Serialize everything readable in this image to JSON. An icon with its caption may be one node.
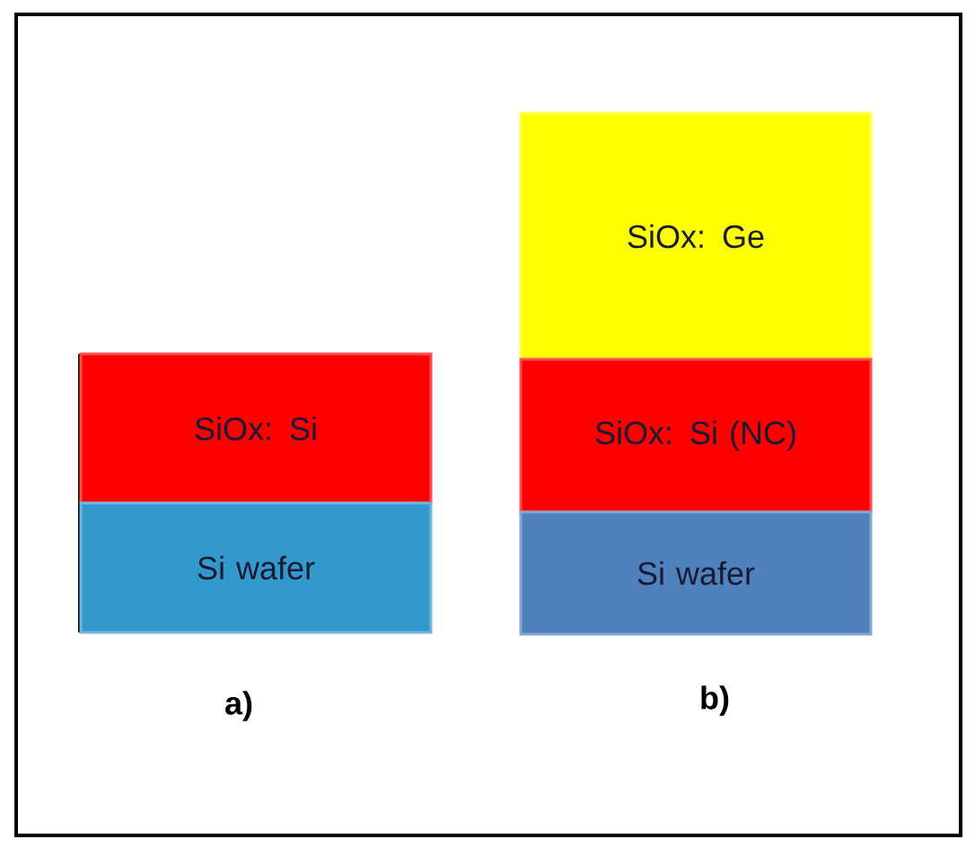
{
  "diagram": {
    "nodes": [
      {
        "text": [
          "SiOx: Si"
        ]
      },
      {
        "text": [
          "Si wafer"
        ]
      },
      {
        "text": [
          "SiOx: Ge"
        ]
      },
      {
        "text": [
          "SiOx: Si (NC)"
        ]
      },
      {
        "text": [
          "Si wafer"
        ]
      }
    ],
    "labels": [
      "a)",
      "b)"
    ]
  }
}
